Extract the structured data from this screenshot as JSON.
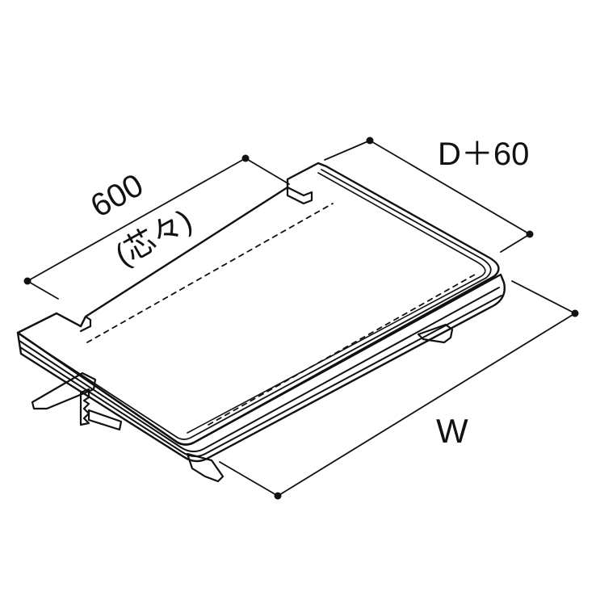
{
  "diagram": {
    "labels": {
      "pitch_value": "600",
      "pitch_note": "(芯々)",
      "depth": "D＋60",
      "width": "W"
    },
    "colors": {
      "line": "#111111",
      "panel": "#ffffff"
    }
  }
}
